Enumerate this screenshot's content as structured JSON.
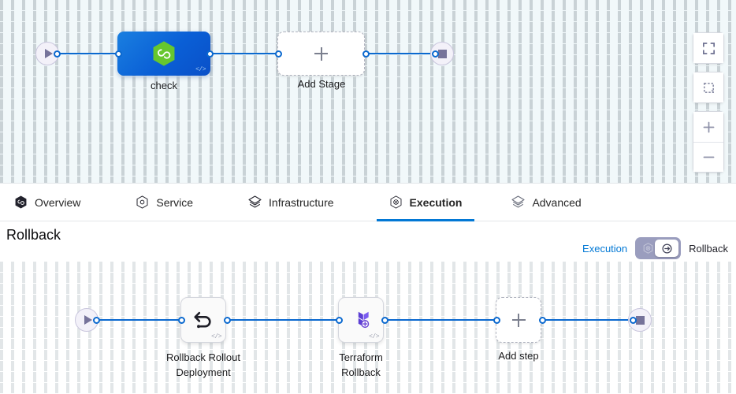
{
  "stage_canvas": {
    "start_node": {
      "name": "start",
      "icon": "play-icon"
    },
    "end_node": {
      "name": "end",
      "icon": "stop-icon"
    },
    "stages": [
      {
        "label": "check",
        "icon": "harness-hexagon-icon",
        "code_mark": "</>"
      }
    ],
    "add_stage": {
      "label": "Add Stage",
      "icon": "plus-icon"
    }
  },
  "toolbar": {
    "buttons": [
      {
        "name": "fit-to-screen",
        "icon": "expand-icon"
      },
      {
        "name": "select-area",
        "icon": "dashed-square-icon"
      },
      {
        "name": "zoom-in",
        "icon": "plus-icon"
      },
      {
        "name": "zoom-out",
        "icon": "minus-icon"
      }
    ]
  },
  "tabs": [
    {
      "label": "Overview",
      "icon": "harness-hexagon-icon",
      "active": false
    },
    {
      "label": "Service",
      "icon": "service-hexagon-icon",
      "active": false
    },
    {
      "label": "Infrastructure",
      "icon": "layers-icon",
      "active": false
    },
    {
      "label": "Execution",
      "icon": "execution-icon",
      "active": true
    },
    {
      "label": "Advanced",
      "icon": "advanced-layers-icon",
      "active": false
    }
  ],
  "rollback_panel": {
    "title": "Rollback",
    "toggle": {
      "left_label": "Execution",
      "right_label": "Rollback",
      "state": "rollback",
      "knob_icon": "rollback-arrow-icon",
      "off_icon": "execution-icon"
    }
  },
  "step_canvas": {
    "start_node": {
      "name": "start",
      "icon": "play-icon"
    },
    "end_node": {
      "name": "end",
      "icon": "stop-icon"
    },
    "steps": [
      {
        "label_line1": "Rollback Rollout",
        "label_line2": "Deployment",
        "icon": "rollback-arrow-icon",
        "code_mark": "</>"
      },
      {
        "label_line1": "Terraform",
        "label_line2": "Rollback",
        "icon": "terraform-icon",
        "code_mark": "</>"
      }
    ],
    "add_step": {
      "label": "Add step",
      "icon": "plus-icon"
    }
  },
  "colors": {
    "edge_blue": "#0b69cf",
    "stage_blue": "#0a5fd6",
    "harness_green": "#67c72e",
    "accent_blue": "#0278d5",
    "terraform_purple": "#6b45d4",
    "terminal_lavender": "#f3f1f9",
    "canvas_top": "#f1f8fa",
    "toggle_track": "#9a9dbe"
  }
}
